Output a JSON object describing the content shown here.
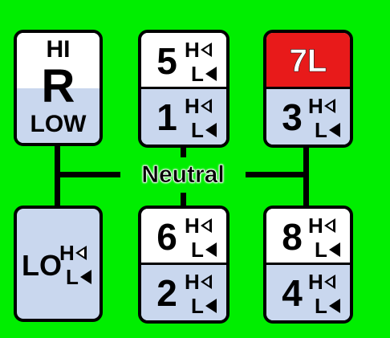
{
  "neutral": "Neutral",
  "hi_letter": "H",
  "lo_letter": "L",
  "reverse": {
    "hi": "HI",
    "gear": "R",
    "low": "LOW"
  },
  "low_range": "LO",
  "gears": {
    "g5": "5",
    "g1": "1",
    "g7l": "7L",
    "g3": "3",
    "g6": "6",
    "g2": "2",
    "g8": "8",
    "g4": "4"
  },
  "colors": {
    "background": "#00ee00",
    "box_fill": "#c9d7ee",
    "highlight": "#e81a1a"
  }
}
